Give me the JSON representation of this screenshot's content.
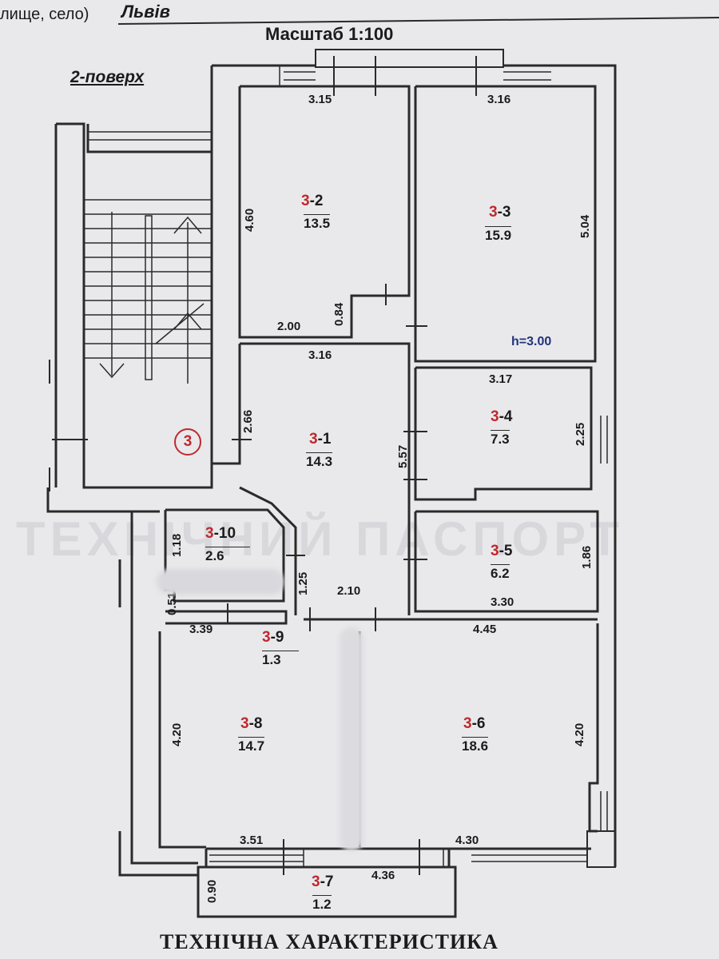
{
  "header": {
    "left_text": "лище, село)",
    "city": "Львів",
    "scale": "Масштаб 1:100"
  },
  "floor_label": "2-поверх",
  "footer_title": "ТЕХНІЧНА ХАРАКТЕРИСТИКА",
  "ceiling_height": "h=3.00",
  "stair_marker": "3",
  "rooms": {
    "r1": {
      "prefix": "3",
      "suffix": "-1",
      "area": "14.3"
    },
    "r2": {
      "prefix": "3",
      "suffix": "-2",
      "area": "13.5"
    },
    "r3": {
      "prefix": "3",
      "suffix": "-3",
      "area": "15.9"
    },
    "r4": {
      "prefix": "3",
      "suffix": "-4",
      "area": "7.3"
    },
    "r5": {
      "prefix": "3",
      "suffix": "-5",
      "area": "6.2"
    },
    "r6": {
      "prefix": "3",
      "suffix": "-6",
      "area": "18.6"
    },
    "r7": {
      "prefix": "3",
      "suffix": "-7",
      "area": "1.2"
    },
    "r8": {
      "prefix": "3",
      "suffix": "-8",
      "area": "14.7"
    },
    "r9": {
      "prefix": "3",
      "suffix": "-9",
      "area": "1.3"
    },
    "r10": {
      "prefix": "3",
      "suffix": "-10",
      "area": "2.6"
    }
  },
  "dims": {
    "d1": "3.15",
    "d2": "3.16",
    "d3": "4.60",
    "d4": "5.04",
    "d5": "2.00",
    "d6": "0.84",
    "d7": "3.16",
    "d8": "3.17",
    "d9": "2.66",
    "d10": "5.57",
    "d11": "2.25",
    "d12": "1.18",
    "d13": "1.86",
    "d14": "1.25",
    "d15": "2.10",
    "d16": "3.30",
    "d17": "0.51",
    "d18": "3.39",
    "d19": "4.45",
    "d20": "4.20",
    "d21": "4.20",
    "d22": "3.51",
    "d23": "4.30",
    "d24": "4.36",
    "d25": "0.90"
  },
  "colors": {
    "red_accent": "#c0282c",
    "blue_text": "#22337a",
    "line": "#2a2a2a"
  }
}
